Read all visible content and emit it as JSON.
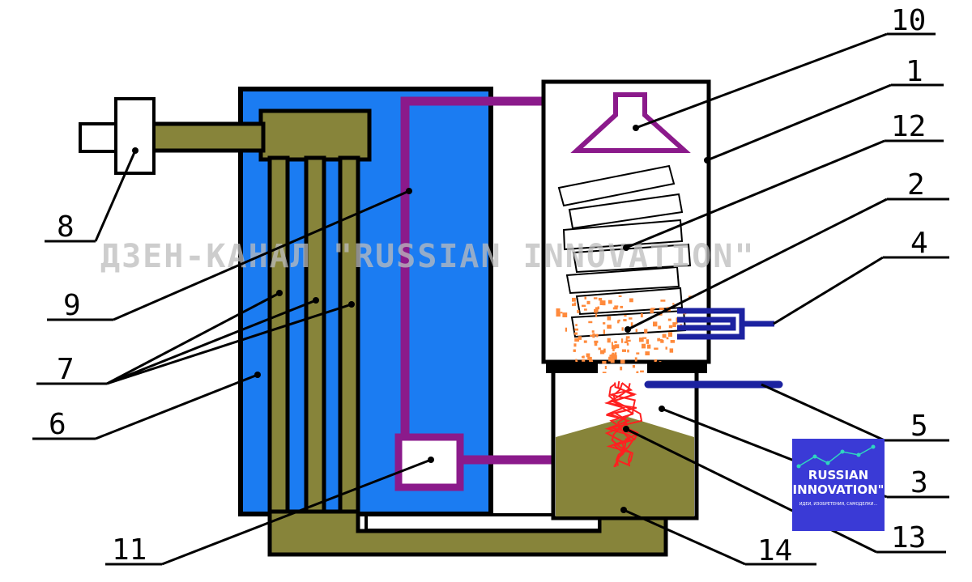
{
  "labels": {
    "n1": "1",
    "n2": "2",
    "n3": "3",
    "n4": "4",
    "n5": "5",
    "n6": "6",
    "n7": "7",
    "n8": "8",
    "n9": "9",
    "n10": "10",
    "n11": "11",
    "n12": "12",
    "n13": "13",
    "n14": "14"
  },
  "watermark": "ДЗЕН-КАНАЛ \"RUSSIAN INNOVATION\"",
  "logo": {
    "line1": "RUSSIAN",
    "line2": "INNOVATION\"",
    "tagline": "ИДЕИ, ИЗОБРЕТЕНИЯ, САМОДЕЛКИ..."
  },
  "colors": {
    "tank_water": "#1b7cf2",
    "olive": "#87843a",
    "pipe_purple": "#8b1a8b",
    "injector_blue": "#1c22a0",
    "flame_red": "#ff2020",
    "sparks_orange": "#ff8a3c",
    "logo_bg": "#3a3ad6"
  }
}
